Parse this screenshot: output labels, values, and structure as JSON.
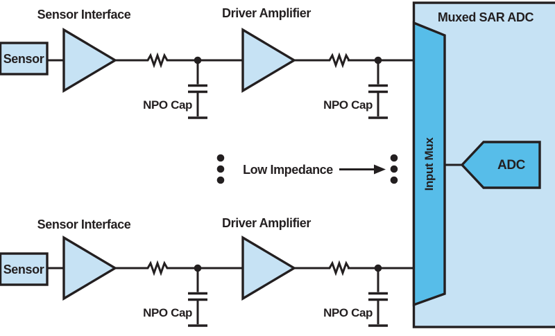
{
  "colors": {
    "component_fill": "#C6E2F4",
    "block_fill": "#C6E2F4",
    "mux_fill": "#57BDE9",
    "adc_fill": "#57BDE9",
    "line": "#231F20",
    "background": "#FFFFFF"
  },
  "adc_block": {
    "title": "Muxed SAR ADC",
    "input_mux_label": "Input Mux",
    "adc_label": "ADC"
  },
  "middle": {
    "low_impedance_label": "Low Impedance"
  },
  "chains": [
    {
      "sensor_label": "Sensor",
      "sensor_interface_label": "Sensor Interface",
      "driver_amplifier_label": "Driver Amplifier",
      "npo_caps": [
        "NPO Cap",
        "NPO Cap"
      ]
    },
    {
      "sensor_label": "Sensor",
      "sensor_interface_label": "Sensor Interface",
      "driver_amplifier_label": "Driver Amplifier",
      "npo_caps": [
        "NPO Cap",
        "NPO Cap"
      ]
    }
  ]
}
